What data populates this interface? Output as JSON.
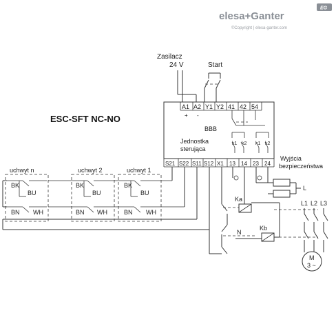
{
  "brand": {
    "logo_text": "elesa+Ganter",
    "badge": "EG",
    "copyright": "©Copyright | elesa-ganter.com"
  },
  "title": "ESC-SFT NC-NO",
  "power_supply": {
    "label_line1": "Zasilacz",
    "label_line2": "24 V",
    "plus": "+",
    "minus": "-"
  },
  "start_label": "Start",
  "unit": {
    "name": "BBB",
    "subtitle_line1": "Jednostka",
    "subtitle_line2": "sterująca",
    "top_terminals": [
      "A1",
      "A2",
      "Y1",
      "Y2",
      "41",
      "42",
      "54"
    ],
    "bottom_terminals": [
      "S21",
      "S22",
      "S11",
      "S12",
      "X1",
      "13",
      "14",
      "23",
      "24"
    ],
    "relay_contacts": [
      "k1",
      "k2",
      "k1",
      "k2"
    ]
  },
  "outputs_label_line1": "Wyjścia",
  "outputs_label_line2": "bezpieczeństwa",
  "handles": [
    {
      "label": "uchwyt n",
      "bk": "BK",
      "bu": "BU",
      "bn": "BN",
      "wh": "WH"
    },
    {
      "label": "uchwyt 2",
      "bk": "BK",
      "bu": "BU",
      "bn": "BN",
      "wh": "WH"
    },
    {
      "label": "uchwyt 1",
      "bk": "BK",
      "bu": "BU",
      "bn": "BN",
      "wh": "WH"
    }
  ],
  "contactors": {
    "ka": "Ka",
    "kb": "Kb"
  },
  "neutral": "N",
  "load": "L",
  "phases": [
    "L1",
    "L2",
    "L3"
  ],
  "motor": {
    "line1": "M",
    "line2": "3 ~"
  }
}
